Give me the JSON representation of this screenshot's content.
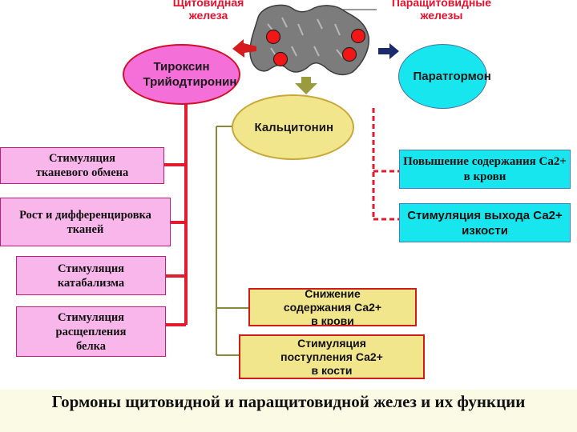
{
  "labels": {
    "thyroid": "Щитовидная железа",
    "parathyroid": "Паращитовидные железы"
  },
  "hormones": {
    "thyroxine": "Тироксин Трийодтиронин",
    "calcitonin": "Кальцитонин",
    "parathormone": "Паратгормон"
  },
  "thyroxine_effects": [
    "Стимуляция тканевого обмена",
    "Рост и дифференцировка тканей",
    "Стимуляция катабализма",
    "Стимуляция расщепления белка"
  ],
  "calcitonin_effects": [
    "Снижение содержания Са2+ в крови",
    "Стимуляция поступления Са2+ в кости"
  ],
  "parathormone_effects": [
    "Повышение содержания Са2+ в крови",
    "Стимуляция выхода Са2+ изкости"
  ],
  "caption": "Гормоны щитовидной и паращитовидной желез и их функции",
  "colors": {
    "red": "#e8112d",
    "pink_ellipse": "#f56fd9",
    "pink_box": "#f9b6ea",
    "cyan": "#17e6ee",
    "yellow": "#f1e68c",
    "olive_line": "#8c8a3a",
    "footer_bg": "#fbfbe5"
  }
}
